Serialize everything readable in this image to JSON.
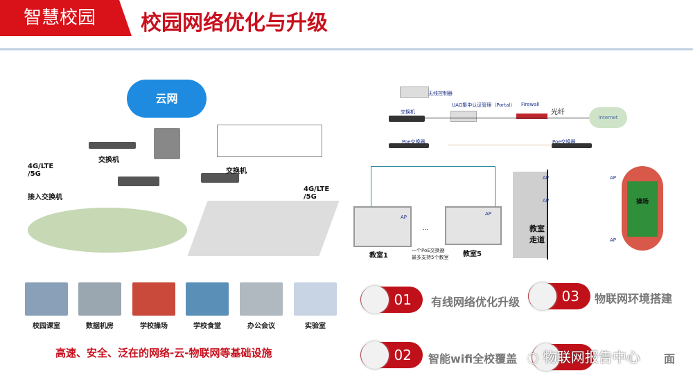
{
  "header": {
    "tag": "智慧校园",
    "title": "校园网络优化与升级"
  },
  "left_diagram": {
    "cloud": "云网",
    "switch_a": "交换机",
    "cell_a": "4G/LTE\n/5G",
    "access_switch": "接入交换机",
    "switch_b": "交换机",
    "cell_b": "4G/LTE\n/5G"
  },
  "photos": [
    {
      "label": "校园课室",
      "color": "#8aa0b8"
    },
    {
      "label": "数据机房",
      "color": "#9aa6b0"
    },
    {
      "label": "学校操场",
      "color": "#c94a3a"
    },
    {
      "label": "学校食堂",
      "color": "#5a90b8"
    },
    {
      "label": "办公会议",
      "color": "#b0b8c0"
    },
    {
      "label": "实验室",
      "color": "#c8d4e4"
    }
  ],
  "tagline": "高速、安全、泛在的网络-云-物联网等基础设施",
  "right_diagram": {
    "wireless_controller": "无线控制器",
    "switch": "交换机",
    "uag": "UAG集中认证管理（Portal）",
    "firewall": "Firewall",
    "fiber": "光纤",
    "internet": "Internet",
    "poe_a": "Poe交换器",
    "poe_b": "Poe交换器",
    "ap": "AP",
    "classroom1": "教室1",
    "classroom5": "教室5",
    "ellipsis": "...",
    "poe_note": "一个PoE交换器\n最多支持5个教室",
    "corridor": "教室\n走道",
    "playground": "操场"
  },
  "items": [
    {
      "num": "01",
      "label": "有线网络优化升级"
    },
    {
      "num": "03",
      "label": "物联网环境搭建"
    },
    {
      "num": "02",
      "label": "智能wifi全校覆盖"
    },
    {
      "label": "面"
    }
  ],
  "watermark": "物联网报告中心"
}
